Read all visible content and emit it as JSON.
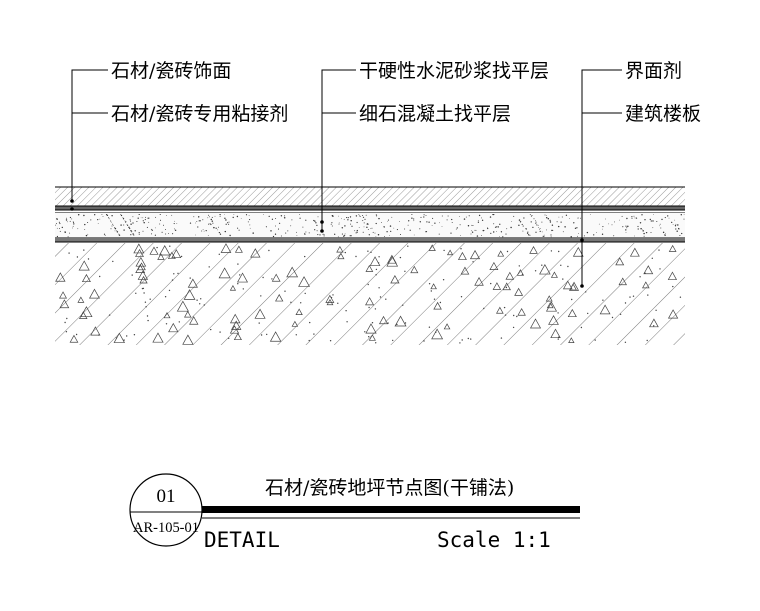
{
  "labels": {
    "stone_face": "石材/瓷砖饰面",
    "stone_adhesive": "石材/瓷砖专用粘接剂",
    "dry_mortar": "干硬性水泥砂浆找平层",
    "fine_concrete": "细石混凝土找平层",
    "interface_agent": "界面剂",
    "floor_slab": "建筑楼板"
  },
  "title_block": {
    "title": "石材/瓷砖地坪节点图(干铺法)",
    "detail_number": "01",
    "sheet_ref": "AR-105-01",
    "type": "DETAIL",
    "scale": "Scale 1:1"
  }
}
